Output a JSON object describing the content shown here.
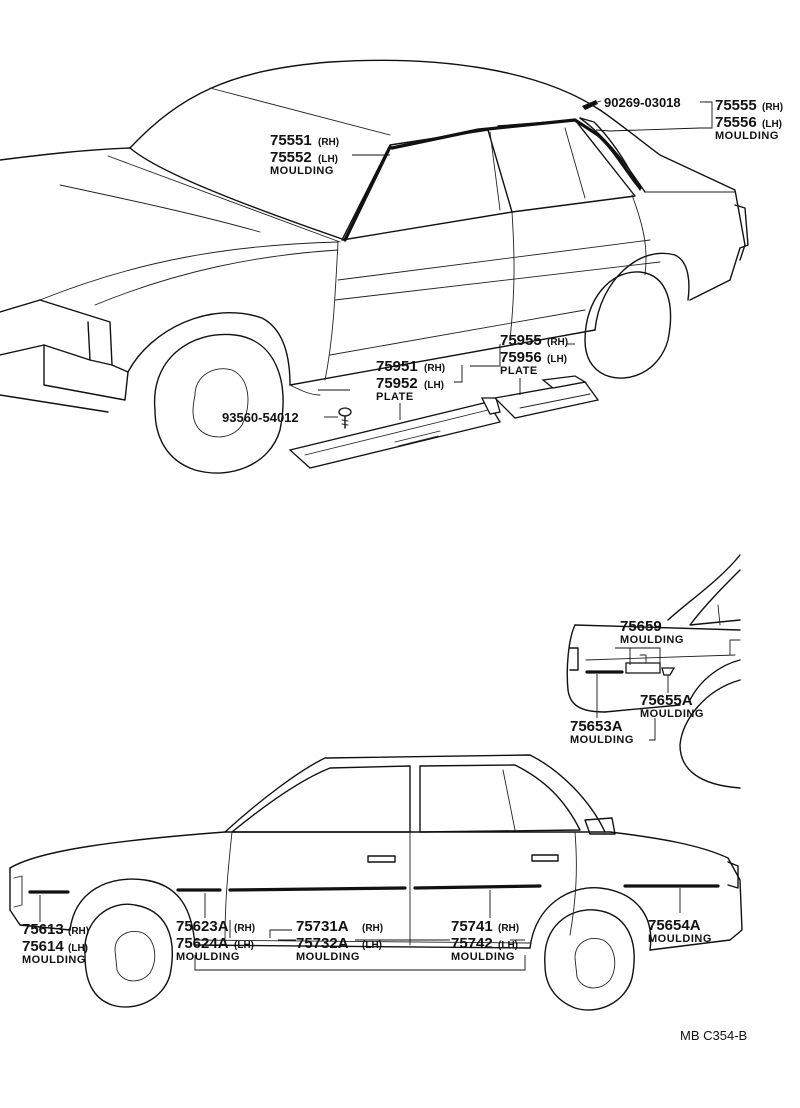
{
  "labels": {
    "roof_mld_num": "75555",
    "roof_mld_num_sfx": "(RH)",
    "roof_mld_num2": "75556",
    "roof_mld_num2_sfx": "(LH)",
    "roof_mld_name": "MOULDING",
    "clip_num": "90269-03018",
    "win_mld_num": "75551",
    "win_mld_num_sfx": "(RH)",
    "win_mld_num2": "75552",
    "win_mld_num2_sfx": "(LH)",
    "win_mld_name": "MOULDING",
    "rear_plate_num": "75955",
    "rear_plate_num_sfx": "(RH)",
    "rear_plate_num2": "75956",
    "rear_plate_num2_sfx": "(LH)",
    "rear_plate_name": "PLATE",
    "front_plate_num": "75951",
    "front_plate_num_sfx": "(RH)",
    "front_plate_num2": "75952",
    "front_plate_num2_sfx": "(LH)",
    "front_plate_name": "PLATE",
    "screw_num": "93560-54012",
    "back_mld_num": "75659",
    "back_mld_name": "MOULDING",
    "back_r_num": "75655A",
    "back_r_name": "MOULDING",
    "back_l_num": "75653A",
    "back_l_name": "MOULDING",
    "fender_num": "75613",
    "fender_num_sfx": "(RH)",
    "fender_num2": "75614",
    "fender_num2_sfx": "(LH)",
    "fender_name": "MOULDING",
    "cowl_num": "75623A",
    "cowl_num_sfx": "(RH)",
    "cowl_num2": "75624A",
    "cowl_num2_sfx": "(LH)",
    "cowl_name": "MOULDING",
    "fdoor_num": "75731A",
    "fdoor_num_sfx": "(RH)",
    "fdoor_num2": "75732A",
    "fdoor_num2_sfx": "(LH)",
    "fdoor_name": "MOULDING",
    "rdoor_num": "75741",
    "rdoor_num_sfx": "(RH)",
    "rdoor_num2": "75742",
    "rdoor_num2_sfx": "(LH)",
    "rdoor_name": "MOULDING",
    "qtr_num": "75654A",
    "qtr_name": "MOULDING",
    "figure_code": "MB  C354-B"
  }
}
